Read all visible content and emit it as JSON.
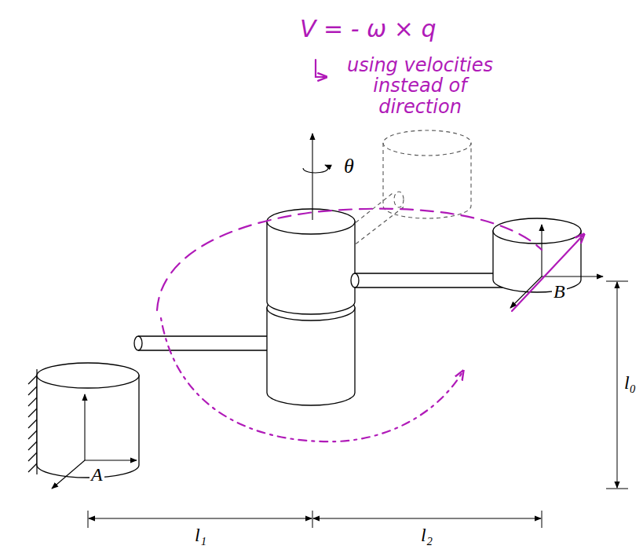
{
  "diagram": {
    "labels": [
      "V = - ω × q",
      "using velocities instead of direction",
      "θ",
      "B",
      "A",
      "l₀",
      "l₁",
      "l₂"
    ]
  }
}
